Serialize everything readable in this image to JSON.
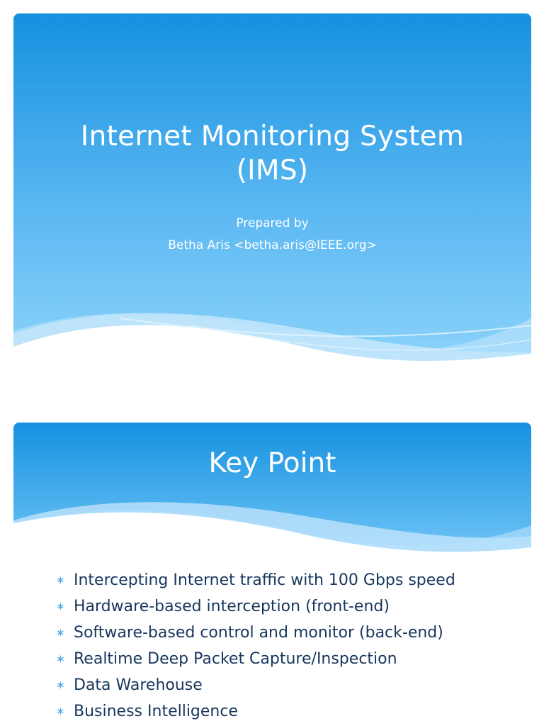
{
  "slides": [
    {
      "title_lines": [
        "Internet Monitoring System",
        "(IMS)"
      ],
      "subtitle_lines": [
        "Prepared by",
        "Betha Aris <betha.aris@IEEE.org>"
      ]
    },
    {
      "title": "Key Point",
      "bullets": [
        "Intercepting Internet traffic with 100 Gbps speed",
        "Hardware-based interception (front-end)",
        "Software-based control and monitor (back-end)",
        "Realtime Deep Packet Capture/Inspection",
        "Data Warehouse",
        "Business Intelligence"
      ]
    }
  ],
  "bullet_symbol": "∗",
  "colors": {
    "header_top": "#1591e0",
    "header_bottom": "#8dd3fb",
    "bullet_text": "#17365d",
    "bullet_symbol": "#3ea6e8"
  }
}
